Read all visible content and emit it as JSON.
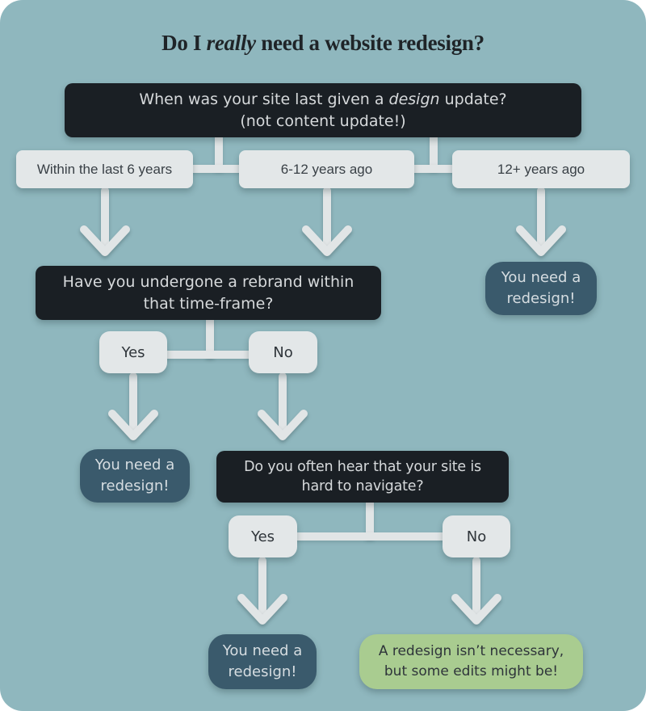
{
  "title": {
    "pre": "Do I ",
    "italic": "really",
    "post": " need a website redesign?"
  },
  "flow": {
    "q1": {
      "line1_pre": "When was your site last given a ",
      "line1_italic": "design",
      "line1_post": " update?",
      "line2": "(not content update!)"
    },
    "options": [
      {
        "label": "Within the last 6 years"
      },
      {
        "label": "6-12 years ago"
      },
      {
        "label": "12+ years ago"
      }
    ],
    "q2": {
      "line1": "Have you undergone a rebrand within",
      "line2": "that time-frame?"
    },
    "q3": {
      "line1": "Do you often hear that your site is",
      "line2": "hard to navigate?"
    },
    "yes_label": "Yes",
    "no_label": "No",
    "result_redesign": {
      "line1": "You need a",
      "line2": "redesign!"
    },
    "result_no_redesign": {
      "line1": "A redesign isn’t necessary,",
      "line2": "but some edits might be!"
    }
  },
  "colors": {
    "background": "#8fb7be",
    "question_box": "#1a1f24",
    "question_text": "#d6d9db",
    "option_box": "#e3e7e8",
    "option_text": "#394046",
    "result_redesign_box": "#3a5a6c",
    "result_redesign_text": "#d6dde1",
    "result_no_redesign_box": "#a9cc90",
    "result_no_redesign_text": "#2e343a",
    "connector": "#e1e5e6",
    "title_text": "#1f2428"
  }
}
